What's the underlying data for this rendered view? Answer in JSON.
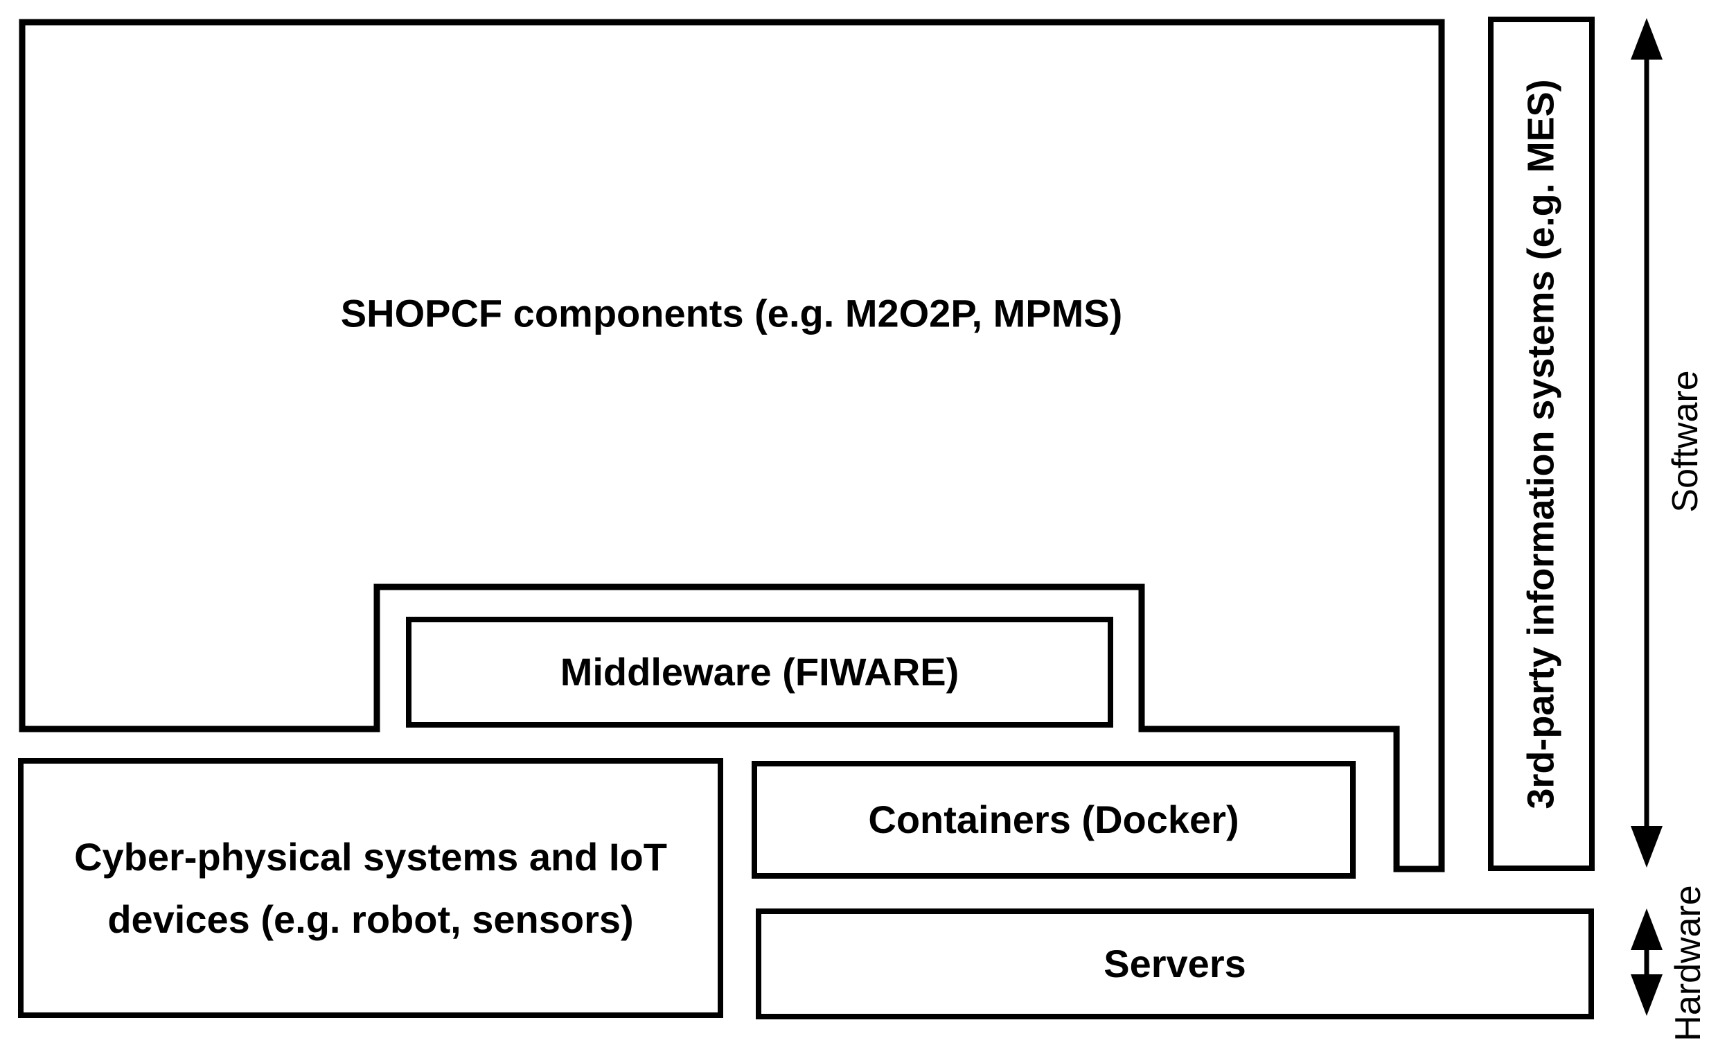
{
  "colors": {
    "ink": "#000000",
    "paper": "#ffffff"
  },
  "boxes": {
    "shopcf": {
      "label": "SHOPCF components (e.g. M2O2P, MPMS)"
    },
    "middleware": {
      "label": "Middleware (FIWARE)"
    },
    "containers": {
      "label": "Containers (Docker)"
    },
    "cyber_physical": {
      "lines": [
        "Cyber-physical systems and IoT",
        "devices (e.g. robot, sensors)"
      ]
    },
    "servers": {
      "label": "Servers"
    },
    "third_party": {
      "label": "3rd-party information systems (e.g. MES)"
    }
  },
  "side_labels": {
    "software": "Software",
    "hardware": "Hardware"
  }
}
